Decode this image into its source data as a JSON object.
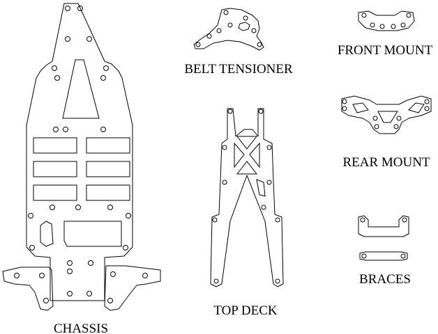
{
  "labels": {
    "chassis": "CHASSIS",
    "belt_tensioner": "BELT TENSIONER",
    "front_mount": "FRONT MOUNT",
    "rear_mount": "REAR MOUNT",
    "top_deck": "TOP DECK",
    "braces": "BRACES"
  },
  "colors": {
    "line": "#000000",
    "background": "#ffffff"
  }
}
